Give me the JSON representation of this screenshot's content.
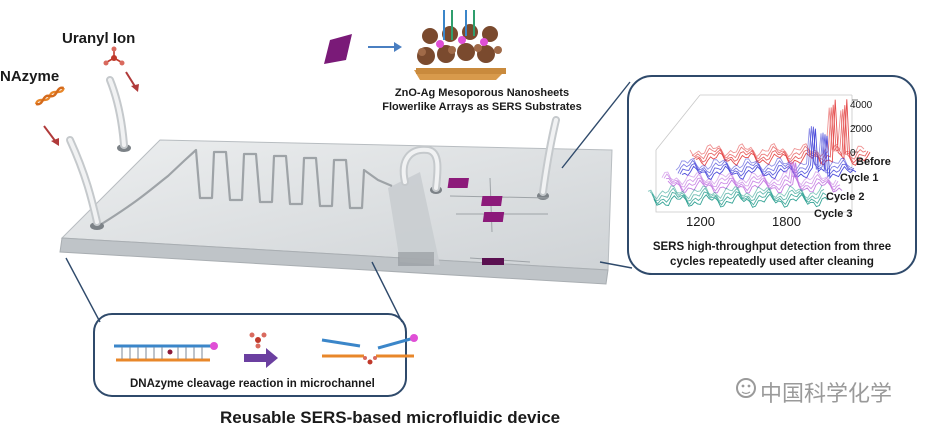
{
  "labels": {
    "uranyl_ion": "Uranyl Ion",
    "dnazyme": "NAzyme",
    "substrate_line1": "ZnO-Ag Mesoporous Nanosheets",
    "substrate_line2": "Flowerlike Arrays as SERS Substrates",
    "cleavage_caption": "DNAzyme cleavage reaction in microchannel",
    "main_title": "Reusable SERS-based microfluidic device",
    "watermark": "中国科学化学"
  },
  "spectra_panel": {
    "caption_line1": "SERS high-throughput detection from three",
    "caption_line2": "cycles repeatedly used after cleaning",
    "x_ticks": [
      "1200",
      "1800"
    ],
    "y_ticks": [
      "4000",
      "2000",
      "0"
    ],
    "series": [
      "Before",
      "Cycle 1",
      "Cycle 2",
      "Cycle 3"
    ],
    "series_colors": [
      "#e23b3b",
      "#3a3ad6",
      "#c070e0",
      "#1f9a8a"
    ]
  },
  "colors": {
    "chip": "#d9dcdf",
    "chip_edge": "#9aa0a6",
    "pad": "#8c1a7a",
    "arrow_red": "#b03a3a",
    "arrow_blue": "#4a7fc1",
    "dna_blue": "#3b86c9",
    "dna_orange": "#e8872a",
    "purple_arrow": "#6b3fa0"
  }
}
